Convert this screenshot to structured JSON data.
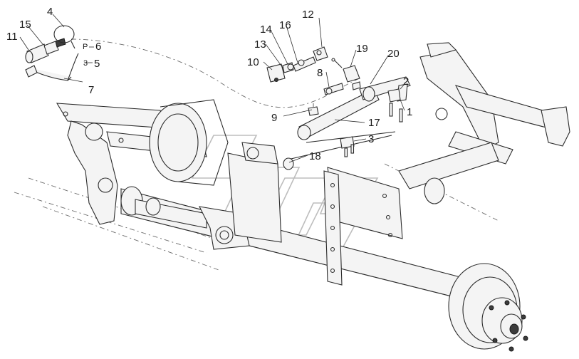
{
  "callouts": [
    {
      "id": "c1",
      "text": "1"
    },
    {
      "id": "c2",
      "text": "2"
    },
    {
      "id": "c3",
      "text": "3"
    },
    {
      "id": "c4",
      "text": "4"
    },
    {
      "id": "c5",
      "text": "5"
    },
    {
      "id": "c6",
      "text": "6"
    },
    {
      "id": "c7",
      "text": "7"
    },
    {
      "id": "c8",
      "text": "8"
    },
    {
      "id": "c9",
      "text": "9"
    },
    {
      "id": "c10",
      "text": "10"
    },
    {
      "id": "c11",
      "text": "11"
    },
    {
      "id": "c12",
      "text": "12"
    },
    {
      "id": "c13",
      "text": "13"
    },
    {
      "id": "c14",
      "text": "14"
    },
    {
      "id": "c15",
      "text": "15"
    },
    {
      "id": "c16",
      "text": "16"
    },
    {
      "id": "c17",
      "text": "17"
    },
    {
      "id": "c18",
      "text": "18"
    },
    {
      "id": "c19",
      "text": "19"
    },
    {
      "id": "c20",
      "text": "20"
    }
  ],
  "small_marks": {
    "p_mark": "P",
    "z_mark": "3"
  },
  "watermark": "Эпрометр",
  "colors": {
    "line": "#2b2b2b",
    "background": "#ffffff",
    "watermark": "#bdbdbd"
  }
}
